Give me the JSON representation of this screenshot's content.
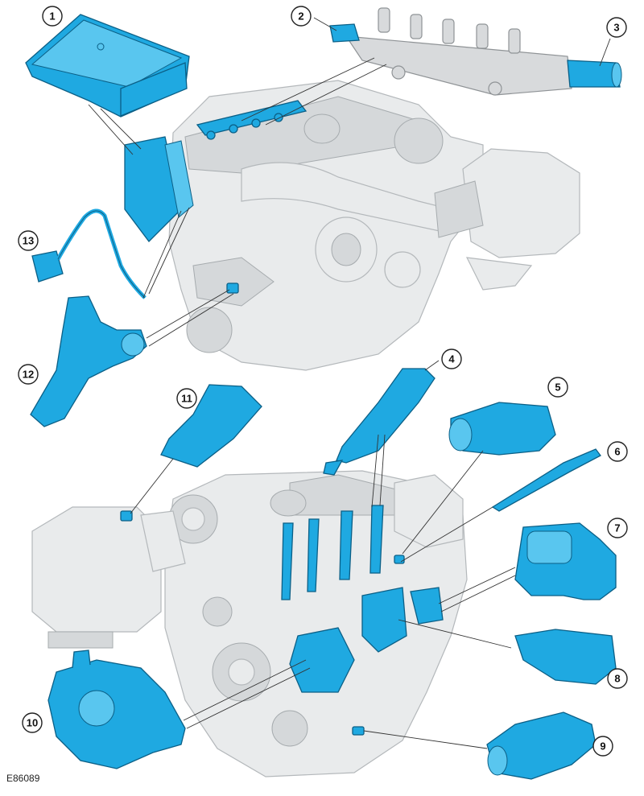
{
  "callouts": [
    "1",
    "2",
    "3",
    "4",
    "5",
    "6",
    "7",
    "8",
    "9",
    "10",
    "11",
    "12",
    "13"
  ],
  "figure_id": "E86089",
  "colors": {
    "component": "#1fa9e1",
    "engine": "#e9ebec",
    "rail": "#d8dadc",
    "leader_line": "#333333"
  }
}
